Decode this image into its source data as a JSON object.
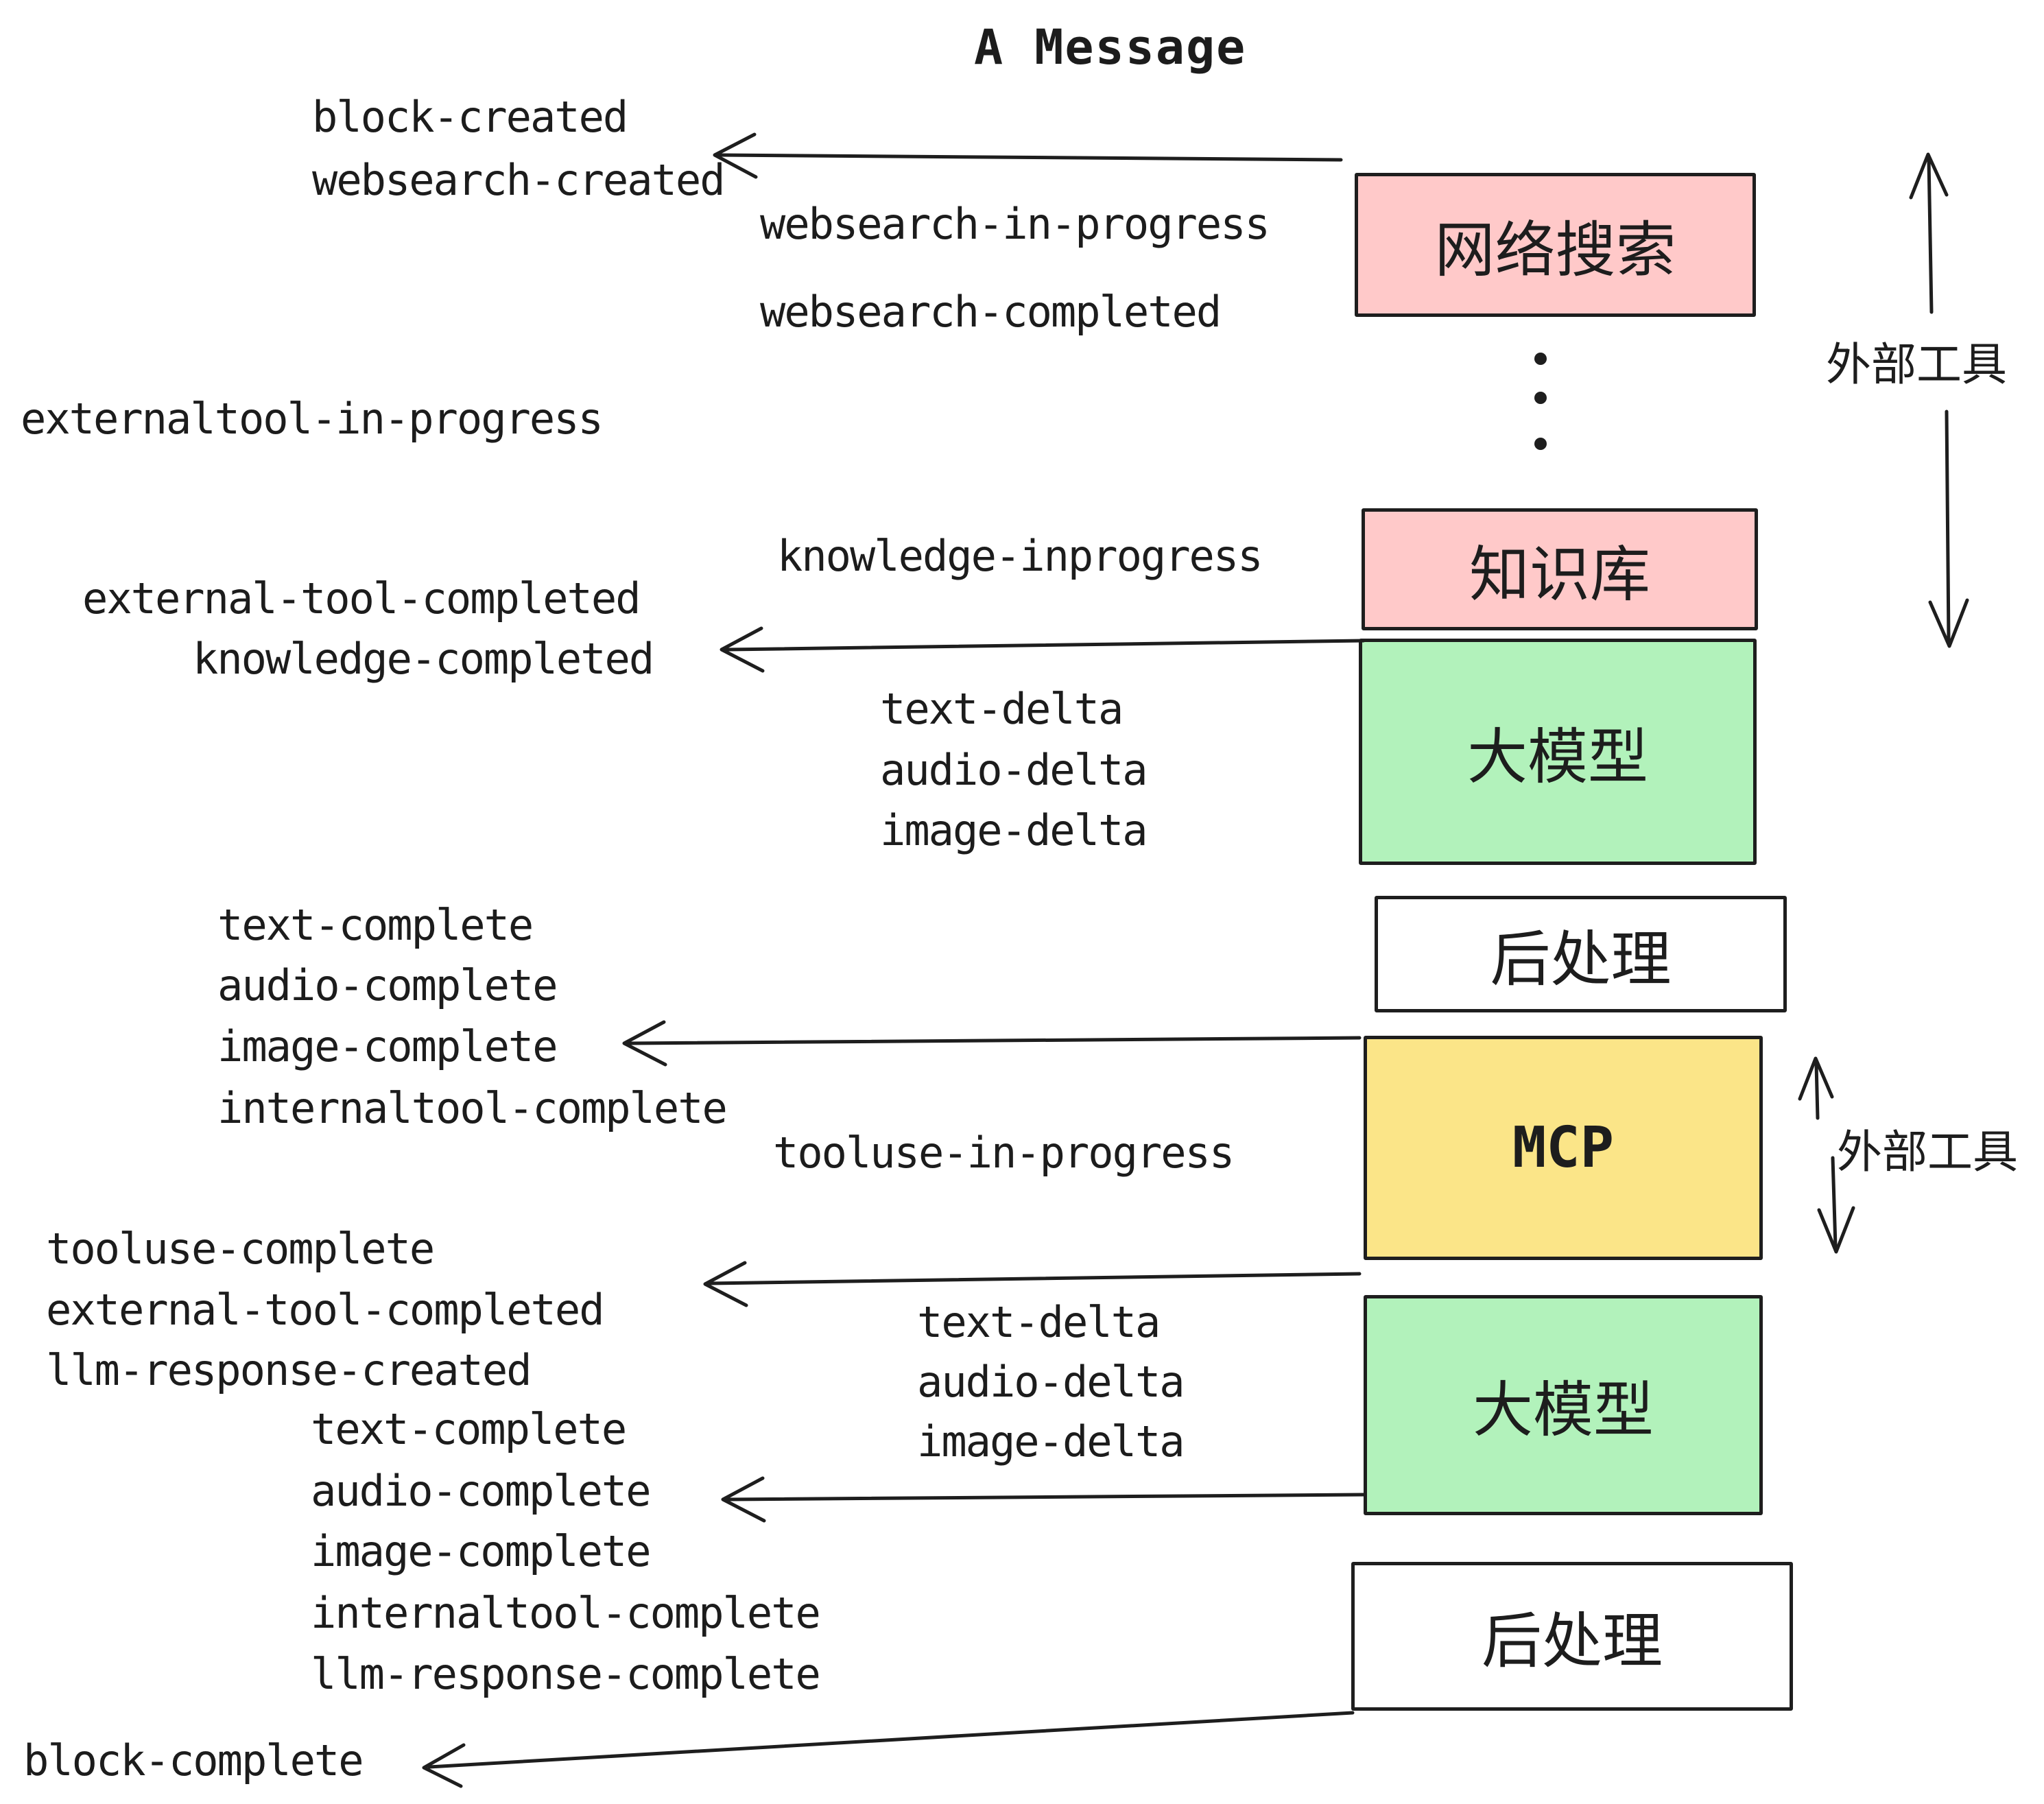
{
  "title": "A Message",
  "colors": {
    "box_pink": "#ffc9c9",
    "box_green": "#b2f2bb",
    "box_yellow": "#fbe588",
    "box_white": "#ffffff",
    "stroke": "#1e1e1e"
  },
  "boxes": {
    "websearch": {
      "label": "网络搜索"
    },
    "knowledge": {
      "label": "知识库"
    },
    "llm1": {
      "label": "大模型"
    },
    "post1": {
      "label": "后处理"
    },
    "mcp": {
      "label": "MCP"
    },
    "llm2": {
      "label": "大模型"
    },
    "post2": {
      "label": "后处理"
    }
  },
  "side_labels": {
    "external_tools_top": "外部工具",
    "external_tools_mcp": "外部工具"
  },
  "events": {
    "block_created": "block-created",
    "websearch_created": "websearch-created",
    "websearch_in_progress": "websearch-in-progress",
    "websearch_completed": "websearch-completed",
    "externaltool_in_progress": "externaltool-in-progress",
    "knowledge_inprogress": "knowledge-inprogress",
    "external_tool_completed_1": "external-tool-completed",
    "knowledge_completed": "knowledge-completed",
    "text_delta_1": "text-delta",
    "audio_delta_1": "audio-delta",
    "image_delta_1": "image-delta",
    "text_complete_1": "text-complete",
    "audio_complete_1": "audio-complete",
    "image_complete_1": "image-complete",
    "internaltool_complete_1": "internaltool-complete",
    "tooluse_in_progress": "tooluse-in-progress",
    "tooluse_complete": "tooluse-complete",
    "external_tool_completed_2": "external-tool-completed",
    "llm_response_created": "llm-response-created",
    "text_complete_2": "text-complete",
    "audio_complete_2": "audio-complete",
    "text_delta_2": "text-delta",
    "audio_delta_2": "audio-delta",
    "image_delta_2": "image-delta",
    "image_complete_2": "image-complete",
    "internaltool_complete_2": "internaltool-complete",
    "llm_response_complete": "llm-response-complete",
    "block_complete": "block-complete"
  }
}
